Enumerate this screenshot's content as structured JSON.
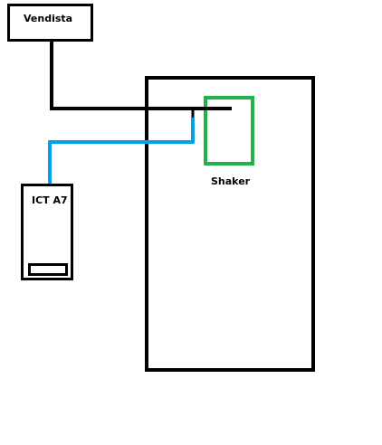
{
  "colors": {
    "outline": "#000000",
    "shaker": "#22b14c",
    "cable_vendista": "#000000",
    "cable_ict": "#00a2e8",
    "background": "#ffffff"
  },
  "labels": {
    "vendista": "Vendista",
    "ict": "ICT A7",
    "shaker": "Shaker"
  }
}
